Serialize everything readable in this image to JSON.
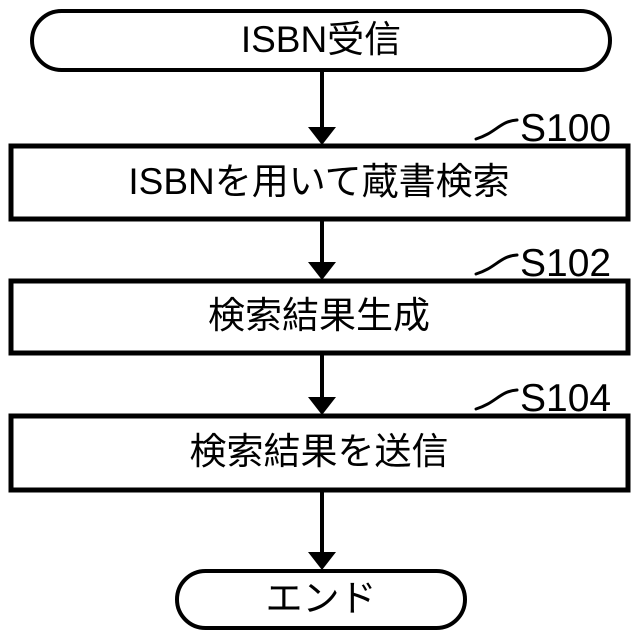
{
  "diagram": {
    "type": "flowchart",
    "orientation": "vertical",
    "background_color": "#ffffff",
    "stroke_color": "#000000",
    "nodes": [
      {
        "id": "start",
        "shape": "terminal",
        "label": "ISBN受信",
        "step_label": ""
      },
      {
        "id": "s100",
        "shape": "process",
        "label": "ISBNを用いて蔵書検索",
        "step_label": "S100"
      },
      {
        "id": "s102",
        "shape": "process",
        "label": "検索結果生成",
        "step_label": "S102"
      },
      {
        "id": "s104",
        "shape": "process",
        "label": "検索結果を送信",
        "step_label": "S104"
      },
      {
        "id": "end",
        "shape": "terminal",
        "label": "エンド",
        "step_label": ""
      }
    ],
    "edges": [
      {
        "from": "start",
        "to": "s100",
        "arrow": "down"
      },
      {
        "from": "s100",
        "to": "s102",
        "arrow": "down"
      },
      {
        "from": "s102",
        "to": "s104",
        "arrow": "down"
      },
      {
        "from": "s104",
        "to": "end",
        "arrow": "down"
      }
    ]
  }
}
